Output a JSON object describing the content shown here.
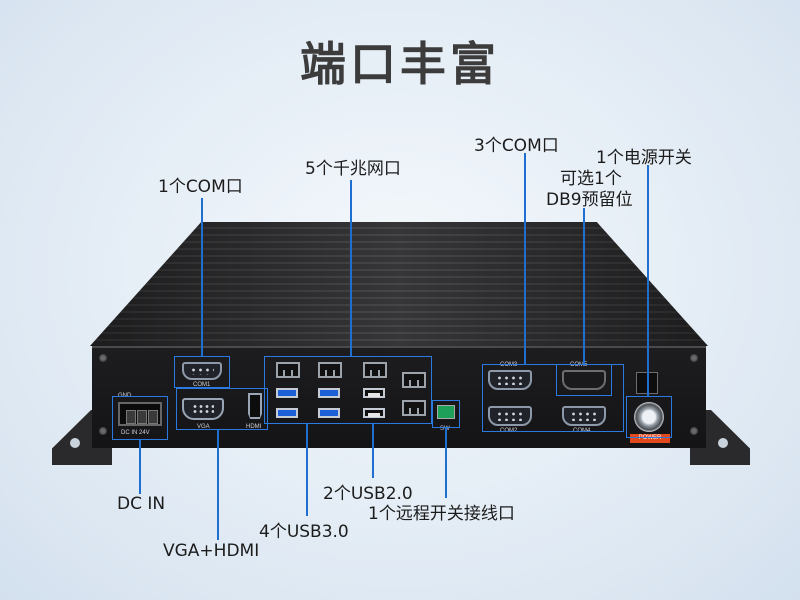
{
  "title": "端口丰富",
  "callouts": {
    "com1": "1个COM口",
    "lan": "5个千兆网口",
    "com3": "3个COM口",
    "db9_reserved_line1": "可选1个",
    "db9_reserved_line2": "DB9预留位",
    "power_switch": "1个电源开关",
    "dc_in": "DC IN",
    "vga_hdmi": "VGA+HDMI",
    "usb3": "4个USB3.0",
    "usb2": "2个USB2.0",
    "remote_switch": "1个远程开关接线口"
  },
  "panel_labels": {
    "com1": "COM1",
    "com2": "COM2",
    "com3": "COM3",
    "com4": "COM4",
    "com5": "COM5",
    "vga": "VGA",
    "hdmi": "HDMI",
    "dcin": "DC IN 24V",
    "gnd": "GND",
    "sw": "SW",
    "power": "POWER"
  },
  "colors": {
    "callout_line": "#1f6fd0",
    "usb3_port": "#1c5fd6",
    "power_tag": "#e2491c",
    "device_body": "#1b1b1d"
  }
}
